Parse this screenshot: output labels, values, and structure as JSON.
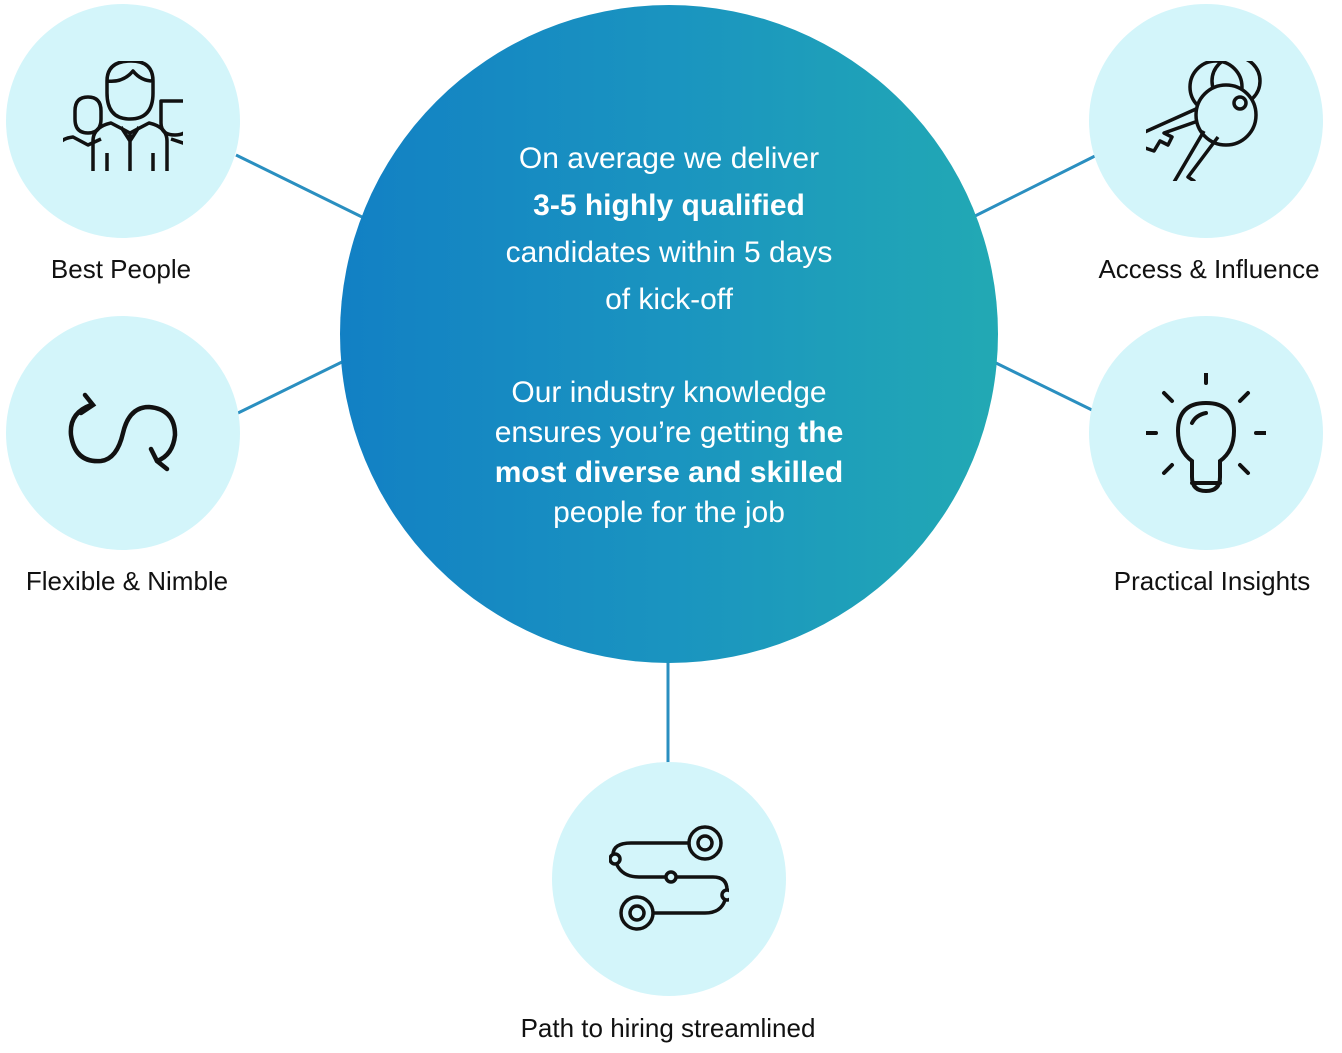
{
  "center": {
    "line1": "On average we deliver",
    "line2_bold": "3-5 highly qualified",
    "line3": "candidates within 5 days",
    "line4": "of kick-off",
    "para2_line1": "Our industry knowledge",
    "para2_line2": "ensures you’re getting ",
    "para2_bold1": "the",
    "para2_bold2": "most diverse and skilled",
    "para2_line4": "people for the job"
  },
  "nodes": [
    {
      "label": "Best People",
      "icon": "people-icon"
    },
    {
      "label": "Flexible & Nimble",
      "icon": "loop-arrows-icon"
    },
    {
      "label": "Access & Influence",
      "icon": "keys-icon"
    },
    {
      "label": "Practical Insights",
      "icon": "lightbulb-icon"
    },
    {
      "label": "Path to hiring streamlined",
      "icon": "path-icon"
    }
  ],
  "colors": {
    "gradient_start": "#1280c4",
    "gradient_end": "#22a9b4",
    "node_bg": "#d3f5fa",
    "connector": "#2a8fc0"
  }
}
